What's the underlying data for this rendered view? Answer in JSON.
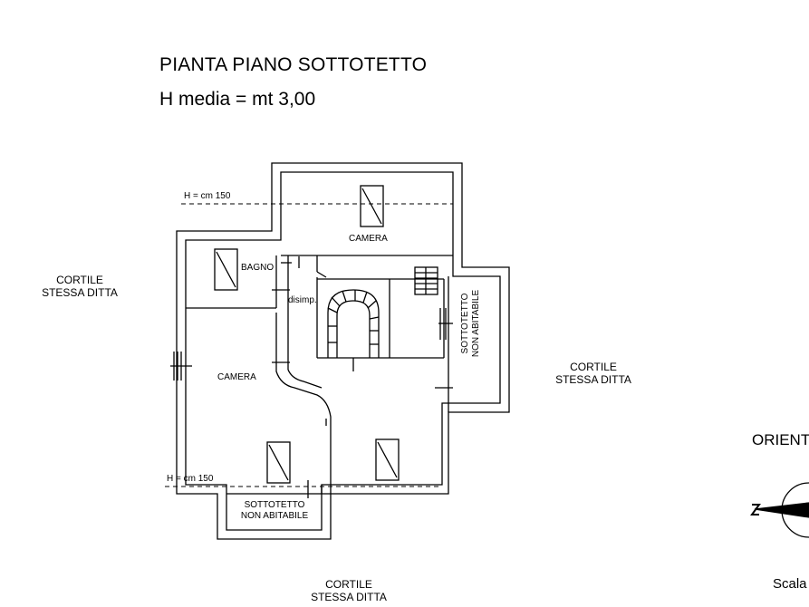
{
  "header": {
    "title": "PIANTA PIANO SOTTOTETTO",
    "subtitle": "H media  = mt 3,00"
  },
  "rooms": {
    "camera_top": "CAMERA",
    "bagno": "BAGNO",
    "disimp": "disimp.",
    "camera_left": "CAMERA",
    "sottotetto_right_1": "SOTTOTETTO",
    "sottotetto_right_2": "NON ABITABILE",
    "sottotetto_bottom_1": "SOTTOTETTO",
    "sottotetto_bottom_2": "NON ABITABILE"
  },
  "annotations": {
    "h_top": "H = cm 150",
    "h_bottom": "H = cm 150"
  },
  "surroundings": {
    "cortile_left_1": "CORTILE",
    "cortile_left_2": "STESSA DITTA",
    "cortile_right_1": "CORTILE",
    "cortile_right_2": "STESSA DITTA",
    "cortile_bottom_1": "CORTILE",
    "cortile_bottom_2": "STESSA DITTA"
  },
  "legend": {
    "orientamento": "ORIENT",
    "scala": "Scala"
  },
  "icons": [
    "compass-icon",
    "staircase-icon",
    "skylight-icon"
  ]
}
